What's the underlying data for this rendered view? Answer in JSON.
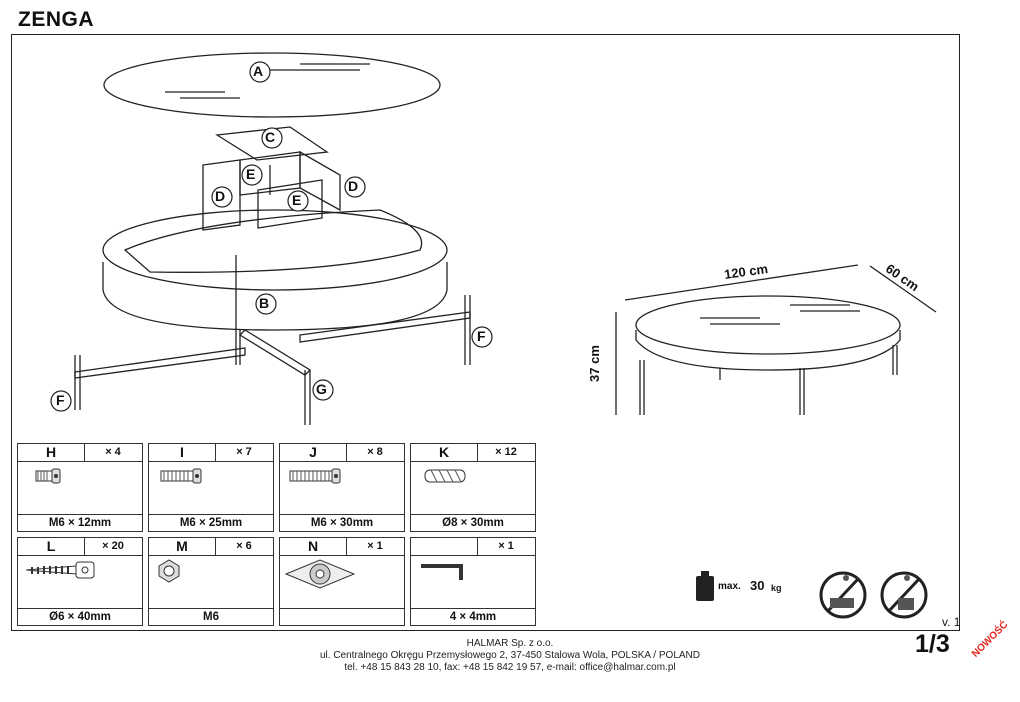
{
  "document": {
    "title": "ZENGA",
    "page_number": "1/3",
    "version": "v. 1",
    "badge": "NOWOŚĆ"
  },
  "diagram": {
    "labels": {
      "A": "A",
      "B": "B",
      "C": "C",
      "D": "D",
      "E": "E",
      "F": "F",
      "G": "G"
    },
    "dimensions": {
      "length": "120 cm",
      "width": "60 cm",
      "height": "37 cm"
    },
    "load": {
      "label": "max.",
      "value": "30",
      "unit": "kg"
    },
    "warning_icons": [
      "no-standing-icon",
      "no-sitting-icon"
    ]
  },
  "parts": [
    {
      "letter": "H",
      "qty": "× 4",
      "size": "M6 × 12mm",
      "icon": "bolt-short-icon"
    },
    {
      "letter": "I",
      "qty": "× 7",
      "size": "M6 × 25mm",
      "icon": "bolt-medium-icon"
    },
    {
      "letter": "J",
      "qty": "× 8",
      "size": "M6 × 30mm",
      "icon": "bolt-long-icon"
    },
    {
      "letter": "K",
      "qty": "× 12",
      "size": "Ø8 × 30mm",
      "icon": "dowel-icon"
    },
    {
      "letter": "L",
      "qty": "× 20",
      "size": "Ø6 × 40mm",
      "icon": "screw-icon"
    },
    {
      "letter": "M",
      "qty": "× 6",
      "size": "M6",
      "icon": "nut-icon"
    },
    {
      "letter": "N",
      "qty": "× 1",
      "size": "",
      "icon": "swivel-plate-icon"
    },
    {
      "letter": "",
      "qty": "× 1",
      "size": "4 × 4mm",
      "icon": "allen-key-icon"
    }
  ],
  "footer": {
    "company": "HALMAR Sp. z o.o.",
    "address": "ul. Centralnego Okręgu Przemysłowego 2, 37-450 Stalowa Wola, POLSKA / POLAND",
    "contact": "tel. +48 15 843 28 10, fax: +48 15 842 19 57, e-mail: office@halmar.com.pl"
  }
}
